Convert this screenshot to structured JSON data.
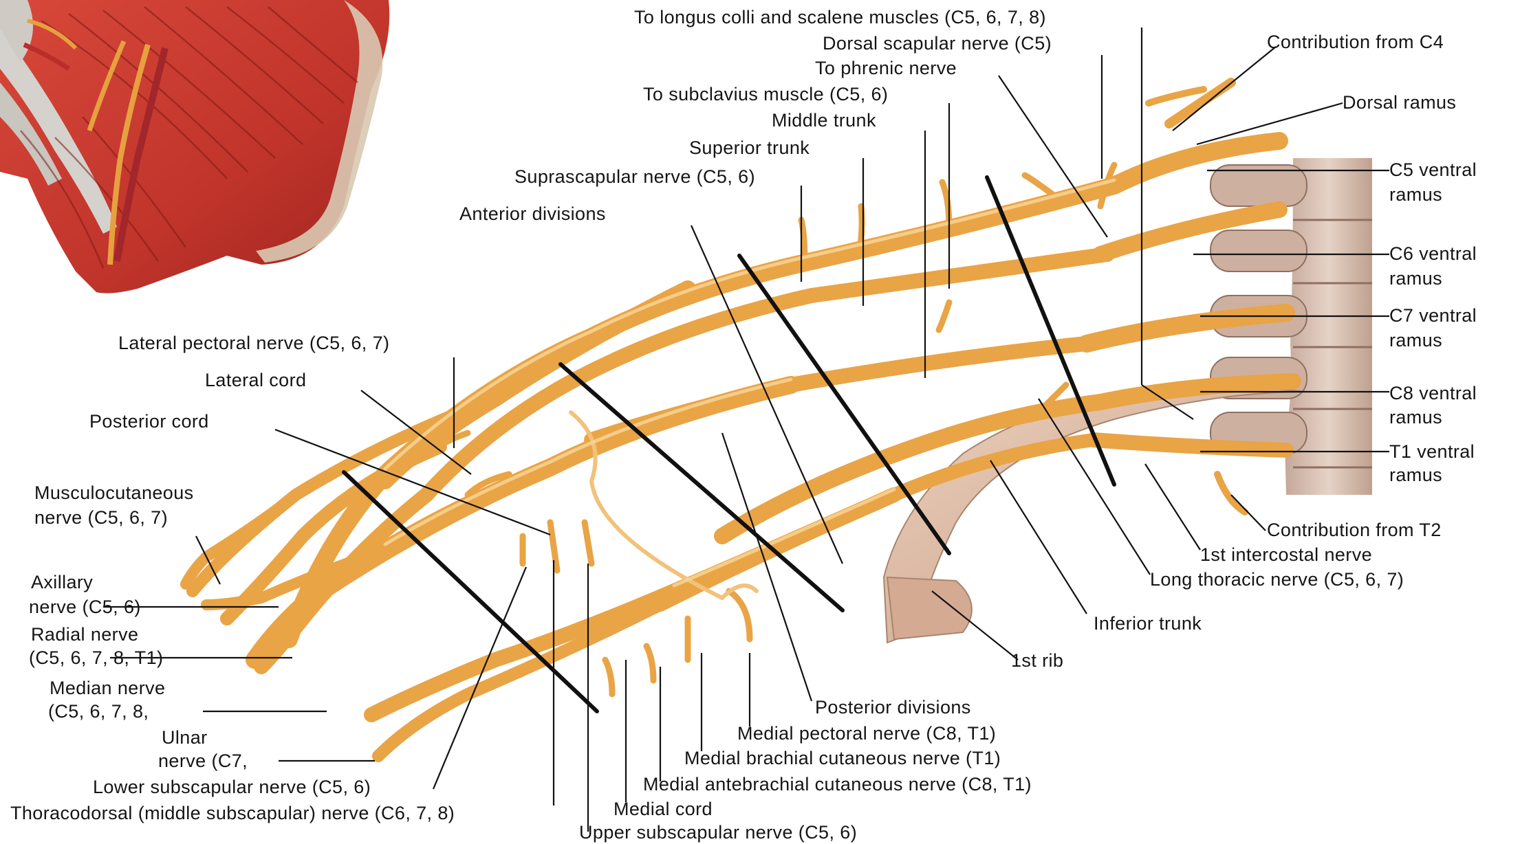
{
  "colors": {
    "nerve": "#e9a446",
    "nerve_light": "#f7cc7d",
    "nerve_dark": "#b87222",
    "muscle": "#c93b30",
    "muscle_dark": "#8e1f1a",
    "bone": "#dcb49c",
    "bone_dark": "#a88470",
    "tendon": "#d9d6d0",
    "leader": "#111111",
    "background": "#ffffff"
  },
  "labels": {
    "longus_colli": "To longus colli and scalene muscles (C5, 6, 7, 8)",
    "dorsal_scapular": "Dorsal scapular nerve (C5)",
    "contribution_c4": "Contribution from C4",
    "to_phrenic": "To phrenic nerve",
    "to_subclavius": "To subclavius muscle (C5, 6)",
    "dorsal_ramus": "Dorsal ramus",
    "middle_trunk": "Middle trunk",
    "superior_trunk": "Superior trunk",
    "c5_ventral_1": "C5 ventral",
    "c5_ventral_2": "ramus",
    "suprascapular": "Suprascapular nerve (C5, 6)",
    "anterior_divisions": "Anterior divisions",
    "c6_ventral_1": "C6 ventral",
    "c6_ventral_2": "ramus",
    "c7_ventral_1": "C7 ventral",
    "c7_ventral_2": "ramus",
    "lateral_pectoral": "Lateral pectoral nerve (C5, 6, 7)",
    "lateral_cord": "Lateral cord",
    "c8_ventral_1": "C8 ventral",
    "c8_ventral_2": "ramus",
    "posterior_cord": "Posterior cord",
    "t1_ventral_1": "T1 ventral",
    "t1_ventral_2": "ramus",
    "musculocutaneous_1": "Musculocutaneous",
    "musculocutaneous_2": "nerve (C5, 6, 7)",
    "contribution_t2": "Contribution from T2",
    "first_intercostal": "1st intercostal nerve",
    "axillary_1": "Axillary",
    "axillary_2": "nerve (C5, 6)",
    "long_thoracic": "Long thoracic nerve (C5, 6, 7)",
    "radial_1": "Radial nerve",
    "radial_2": "(C5, 6, 7, 8, T1)",
    "inferior_trunk": "Inferior trunk",
    "first_rib": "1st rib",
    "median_1": "Median nerve",
    "median_2": "(C5, 6, 7, 8,",
    "posterior_divisions": "Posterior divisions",
    "medial_pectoral": "Medial pectoral nerve (C8, T1)",
    "ulnar_1": "Ulnar",
    "ulnar_2": "nerve (C7,",
    "medial_brachial": "Medial brachial cutaneous nerve (T1)",
    "lower_subscapular": "Lower subscapular nerve (C5, 6)",
    "medial_antebrachial": "Medial antebrachial cutaneous nerve (C8, T1)",
    "thoracodorsal": "Thoracodorsal (middle subscapular) nerve (C6, 7, 8)",
    "medial_cord": "Medial cord",
    "upper_subscapular": "Upper subscapular nerve (C5, 6)"
  }
}
